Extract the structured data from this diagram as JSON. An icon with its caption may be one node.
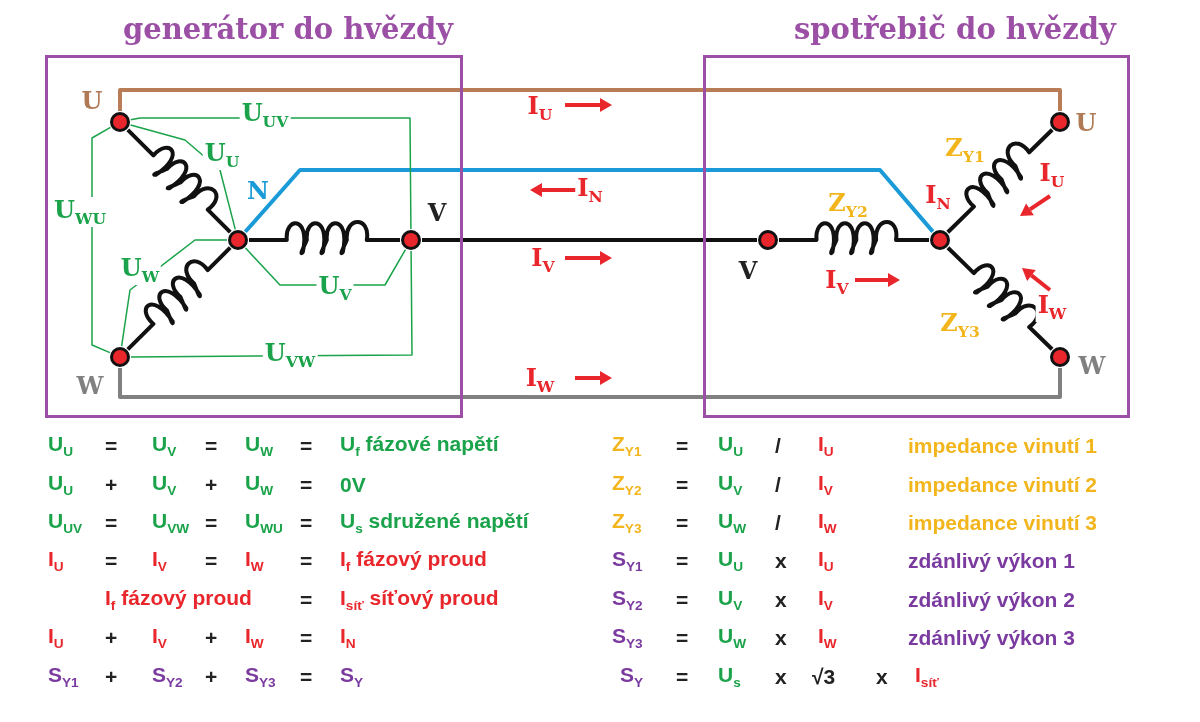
{
  "diagram": {
    "nodes": [
      {
        "text": [
          "generátor  do hvězdy"
        ]
      },
      {
        "text": [
          "spotřebič do hvězdy"
        ]
      },
      {
        "text": [],
        "shape": "circle",
        "beside": [
          "U"
        ],
        "in": 0
      },
      {
        "text": [],
        "shape": "circle",
        "beside": [
          "N"
        ],
        "in": 0
      },
      {
        "text": [],
        "shape": "circle",
        "beside": [
          "V"
        ],
        "in": 0
      },
      {
        "text": [],
        "shape": "circle",
        "beside": [
          "W"
        ],
        "in": 0
      },
      {
        "text": [],
        "shape": "circle",
        "beside": [
          "U"
        ],
        "in": 1
      },
      {
        "text": [],
        "shape": "circle",
        "in": 1
      },
      {
        "text": [],
        "shape": "circle",
        "beside": [
          "V"
        ],
        "in": 1
      },
      {
        "text": [],
        "shape": "circle",
        "beside": [
          "W"
        ],
        "in": 1
      }
    ],
    "edges": [
      {
        "from": 2,
        "to": 3,
        "arrow": "none"
      },
      {
        "from": 3,
        "to": 4,
        "arrow": "none"
      },
      {
        "from": 5,
        "to": 3,
        "arrow": "none"
      },
      {
        "from": 2,
        "to": 6,
        "arrow": "none",
        "color": "#b87c56"
      },
      {
        "from": 3,
        "to": 7,
        "arrow": "none",
        "color": "#1a9ad6"
      },
      {
        "from": 4,
        "to": 8,
        "arrow": "none"
      },
      {
        "from": 5,
        "to": 9,
        "arrow": "none",
        "color": "#808080"
      },
      {
        "from": 7,
        "to": 6,
        "arrow": "none"
      },
      {
        "from": 8,
        "to": 7,
        "arrow": "none"
      },
      {
        "from": 7,
        "to": 9,
        "arrow": "none"
      },
      {
        "from": 2,
        "to": 4,
        "arrow": "none",
        "label": "U$_{UV}$",
        "color": "#1aa34a"
      },
      {
        "from": 5,
        "to": 2,
        "arrow": "none",
        "label": "U$_{WU}$",
        "color": "#1aa34a"
      },
      {
        "from": 4,
        "to": 5,
        "arrow": "none",
        "label": "U$_{VW}$",
        "color": "#1aa34a"
      },
      {
        "from": 2,
        "to": 3,
        "arrow": "none",
        "label": "U$_{U}$",
        "color": "#1aa34a"
      },
      {
        "from": 3,
        "to": 4,
        "arrow": "none",
        "label": "U$_{V}$",
        "color": "#1aa34a"
      },
      {
        "from": 3,
        "to": 5,
        "arrow": "none",
        "label": "U$_{W}$",
        "color": "#1aa34a"
      }
    ],
    "labels": [
      "I$_{U}$",
      "I$_{N}$",
      "Z$_{Y1}$",
      "I$_{U}$",
      "Z$_{Y2}$",
      "I$_{N}$",
      "I$_{V}$",
      "I$_{V}$",
      "I$_{W}$",
      "Z$_{Y3}$",
      "I$_{W}$",
      "U$_{U}$",
      "=",
      "U$_{V}$",
      "=",
      "U$_{W}$",
      "=",
      "U$_{f}$ fázové napětí",
      "U$_{U}$",
      "+",
      "U$_{V}$",
      "+",
      "U$_{W}$",
      "=",
      "0V",
      "U$_{UV}$",
      "=",
      "U$_{VW}$",
      "=",
      "U$_{WU}$",
      "=",
      "U$_{s}$ sdružené napětí",
      "I$_{U}$",
      "=",
      "I$_{V}$",
      "=",
      "I$_{W}$",
      "=",
      "I$_{f}$ fázový proud",
      "I$_{f}$ fázový proud",
      "=",
      "I$_{síť}$ síťový proud",
      "I$_{U}$",
      "+",
      "I$_{V}$",
      "+",
      "I$_{W}$",
      "=",
      "I$_{N}$",
      "S$_{Y1}$",
      "+",
      "S$_{Y2}$",
      "+",
      "S$_{Y3}$",
      "=",
      "S$_{Y}$",
      "Z$_{Y1}$",
      "=",
      "U$_{U}$",
      "/",
      "I$_{U}$",
      "impedance vinutí 1",
      "Z$_{Y2}$",
      "=",
      "U$_{V}$",
      "/",
      "I$_{V}$",
      "impedance vinutí 2",
      "Z$_{Y3}$",
      "=",
      "U$_{W}$",
      "/",
      "I$_{W}$",
      "impedance vinutí 3",
      "S$_{Y1}$",
      "=",
      "U$_{U}$",
      "x",
      "I$_{U}$",
      "zdánlivý výkon 1",
      "S$_{Y2}$",
      "=",
      "U$_{V}$",
      "x",
      "I$_{V}$",
      "zdánlivý výkon 2",
      "S$_{Y3}$",
      "=",
      "U$_{W}$",
      "x",
      "I$_{W}$",
      "zdánlivý výkon 3",
      "S$_{Y}$",
      "=",
      "U$_{s}$",
      "x",
      "√3",
      "x",
      "I$_{síť}$"
    ]
  }
}
